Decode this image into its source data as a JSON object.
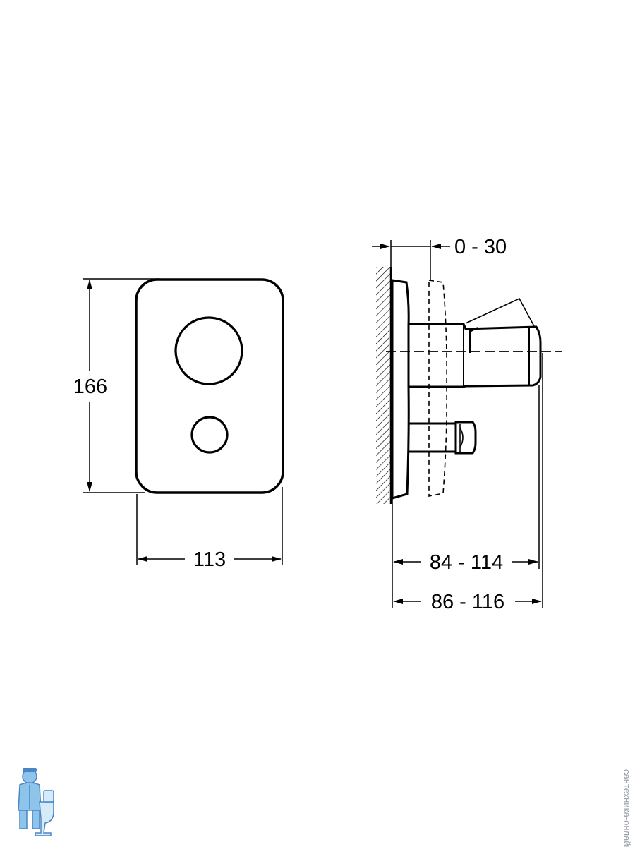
{
  "dimensions": {
    "front_height": "166",
    "front_width": "113",
    "side_offset": "0 - 30",
    "side_depth_inner": "84 - 114",
    "side_depth_outer": "86 - 116"
  },
  "watermark": {
    "text": "сантехника-онлайн.рф"
  },
  "colors": {
    "line": "#000000",
    "background": "#ffffff",
    "hatch": "#000000",
    "mascot_blue": "#8fc4ea",
    "mascot_dark": "#4a86c5",
    "watermark": "#9aa0a8"
  },
  "icons": {
    "mascot": "plumber-mascot-icon",
    "arrow": "arrowhead-icon"
  }
}
